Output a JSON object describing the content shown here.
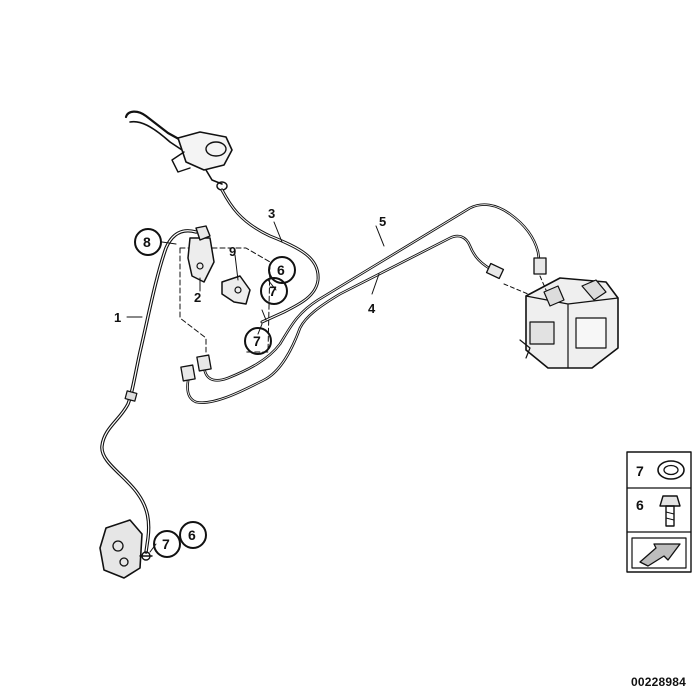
{
  "diagram": {
    "part_labels": {
      "p1": "1",
      "p2": "2",
      "p3": "3",
      "p4": "4",
      "p5": "5",
      "p9": "9"
    },
    "callouts": {
      "c8": "8",
      "c6_upper": "6",
      "c7_upper": "7",
      "c7_middle": "7",
      "c7_lower": "7",
      "c6_lower": "6"
    },
    "legend": {
      "item_7": "7",
      "item_6": "6"
    },
    "document_number": "00228984"
  }
}
